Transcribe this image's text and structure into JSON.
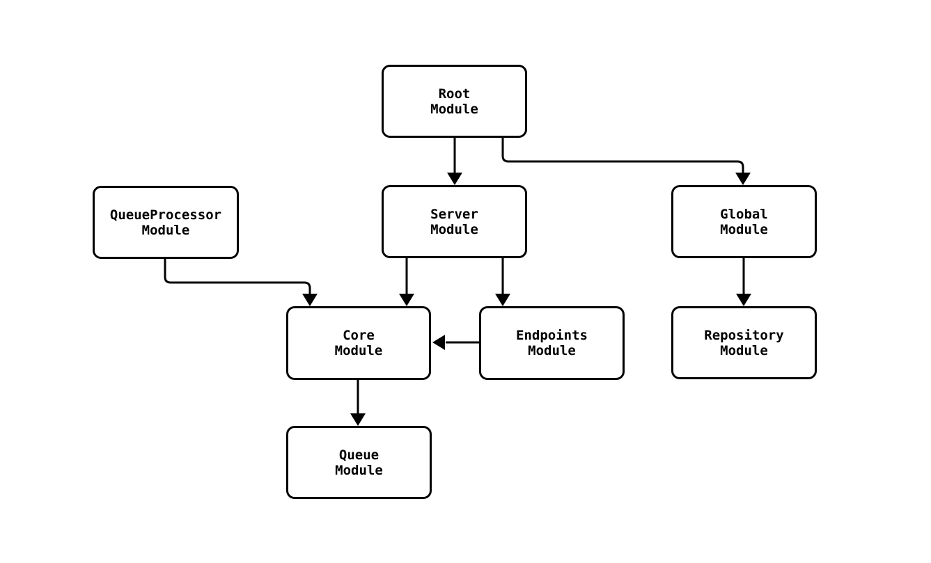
{
  "diagram": {
    "type": "flowchart",
    "background_color": "#ffffff",
    "node_fill_color": "#ffffff",
    "node_border_color": "#000000",
    "edge_color": "#000000",
    "text_color": "#000000",
    "nodes": [
      {
        "id": "root",
        "line1": "Root",
        "line2": "Module"
      },
      {
        "id": "queueprocessor",
        "line1": "QueueProcessor",
        "line2": "Module"
      },
      {
        "id": "server",
        "line1": "Server",
        "line2": "Module"
      },
      {
        "id": "global",
        "line1": "Global",
        "line2": "Module"
      },
      {
        "id": "core",
        "line1": "Core",
        "line2": "Module"
      },
      {
        "id": "endpoints",
        "line1": "Endpoints",
        "line2": "Module"
      },
      {
        "id": "repository",
        "line1": "Repository",
        "line2": "Module"
      },
      {
        "id": "queue",
        "line1": "Queue",
        "line2": "Module"
      }
    ],
    "edges": [
      {
        "from": "Root Module",
        "to": "Server Module"
      },
      {
        "from": "Root Module",
        "to": "Global Module"
      },
      {
        "from": "QueueProcessor Module",
        "to": "Core Module"
      },
      {
        "from": "Server Module",
        "to": "Core Module"
      },
      {
        "from": "Server Module",
        "to": "Endpoints Module"
      },
      {
        "from": "Endpoints Module",
        "to": "Core Module"
      },
      {
        "from": "Global Module",
        "to": "Repository Module"
      },
      {
        "from": "Core Module",
        "to": "Queue Module"
      }
    ]
  }
}
